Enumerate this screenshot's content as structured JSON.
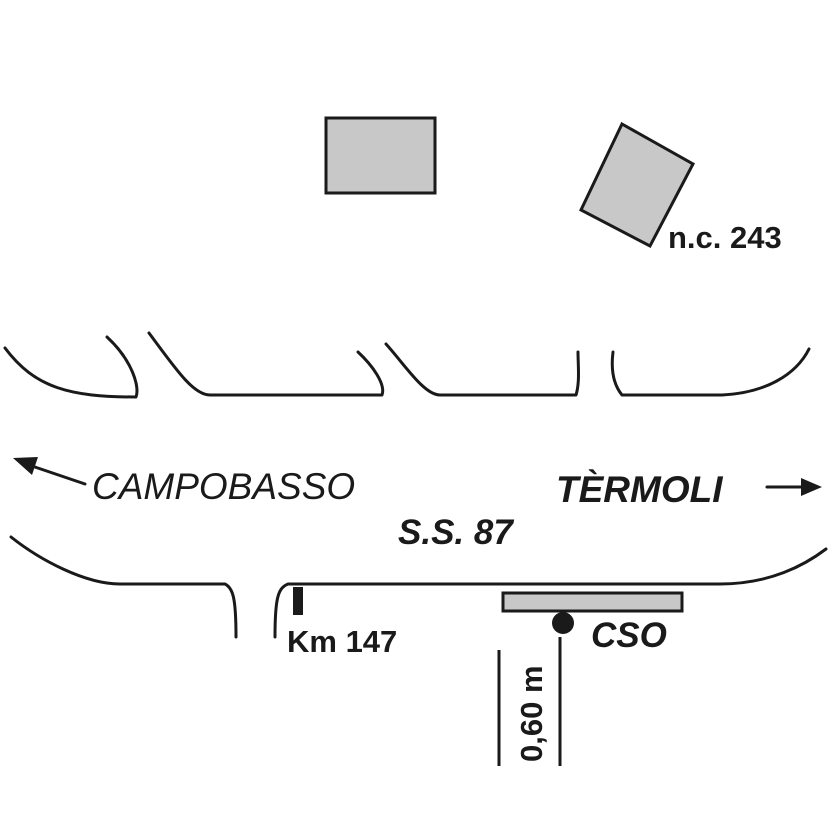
{
  "map": {
    "labels": {
      "left_direction": "CAMPOBASSO",
      "right_direction": "TÈRMOLI",
      "road_name": "S.S. 87",
      "building_number": "n.c. 243",
      "km_marker": "Km 147",
      "station": "CSO",
      "distance": "0,60 m"
    },
    "colors": {
      "building_fill": "#c8c8c8",
      "ink": "#1a1a1a",
      "background": "#ffffff"
    },
    "icons": {
      "left_arrow": "arrow-left-icon",
      "right_arrow": "arrow-right-icon",
      "km_marker": "km-post-icon",
      "station_point": "station-dot-icon"
    }
  }
}
